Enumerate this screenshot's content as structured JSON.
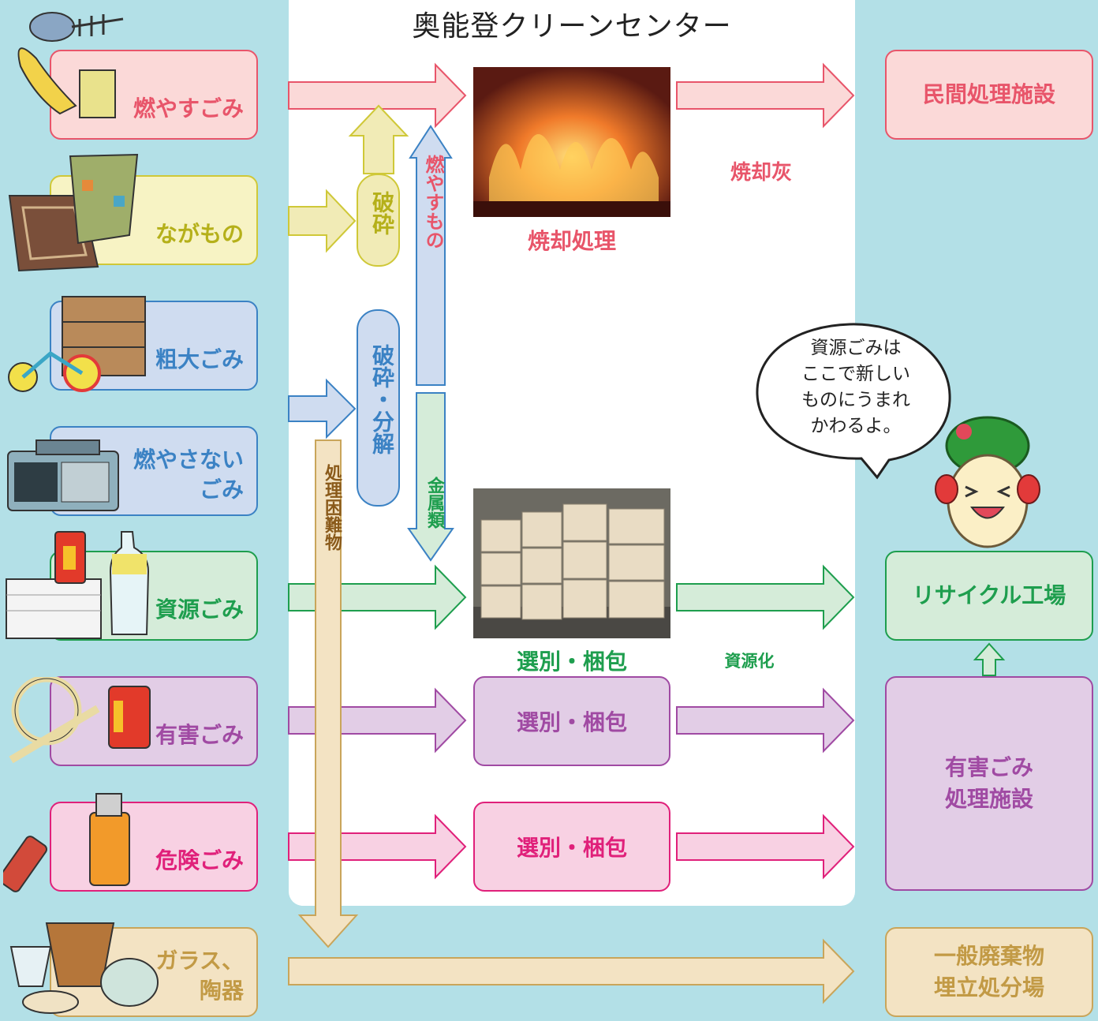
{
  "center_title": "奥能登クリーンセンター",
  "categories": [
    {
      "label": "燃やすごみ",
      "color": "#e8556a",
      "bg": "#fbd9d8",
      "border": "#e8556a"
    },
    {
      "label": "ながもの",
      "color": "#b5b01a",
      "bg": "#f7f3c4",
      "border": "#cfc838"
    },
    {
      "label": "粗大ごみ",
      "color": "#3b82c4",
      "bg": "#cfdcf0",
      "border": "#3b82c4"
    },
    {
      "label": "燃やさない\nごみ",
      "color": "#3b82c4",
      "bg": "#cfdcf0",
      "border": "#3b82c4"
    },
    {
      "label": "資源ごみ",
      "color": "#1e9e4e",
      "bg": "#d5ecd9",
      "border": "#1e9e4e"
    },
    {
      "label": "有害ごみ",
      "color": "#a04aa3",
      "bg": "#e2cde6",
      "border": "#a04aa3"
    },
    {
      "label": "危険ごみ",
      "color": "#e0207a",
      "bg": "#f8d1e3",
      "border": "#e0207a"
    },
    {
      "label": "ガラス、\n陶器",
      "color": "#c29a45",
      "bg": "#f3e3c3",
      "border": "#c9a55a"
    }
  ],
  "vertical_labels": {
    "crush": "破砕",
    "crush_disassemble": "破砕・分解",
    "combustibles": "燃やすもの",
    "metals": "金属類",
    "hard_to_process": "処理困難物"
  },
  "process_captions": {
    "incineration": "焼却処理",
    "sorting1": "選別・梱包",
    "incineration_ash": "焼却灰",
    "resource_conversion": "資源化"
  },
  "process_boxes": [
    {
      "label": "選別・梱包",
      "color": "#a04aa3",
      "bg": "#e2cde6"
    },
    {
      "label": "選別・梱包",
      "color": "#e0207a",
      "bg": "#f8d1e3"
    }
  ],
  "destinations": {
    "private_facility": "民間処理施設",
    "recycle_factory": "リサイクル工場",
    "hazardous_facility": "有害ごみ\n処理施設",
    "landfill": "一般廃棄物\n埋立処分場"
  },
  "speech_bubble": "資源ごみは\nここで新しい\nものにうまれ\nかわるよ。"
}
